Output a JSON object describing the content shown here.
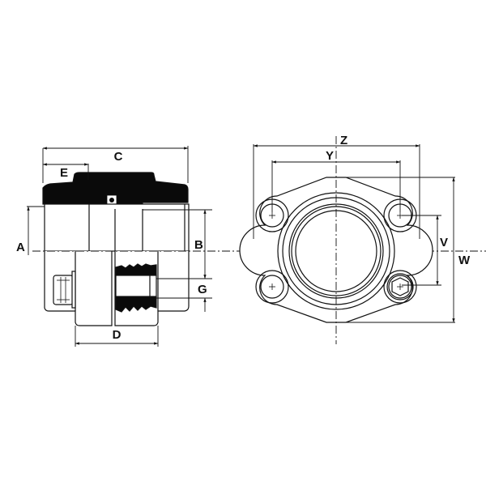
{
  "diagram": {
    "type": "technical-drawing",
    "subject": "SAE flange clamp / split flange, side and front views",
    "colors": {
      "line": "#111111",
      "fill_dark": "#0a0a0a",
      "background": "#ffffff"
    },
    "side_view": {
      "labels": {
        "C": "C",
        "E": "E",
        "A": "A",
        "B": "B",
        "G": "G",
        "D": "D"
      }
    },
    "front_view": {
      "labels": {
        "Z": "Z",
        "Y": "Y",
        "V": "V",
        "W": "W"
      }
    }
  }
}
